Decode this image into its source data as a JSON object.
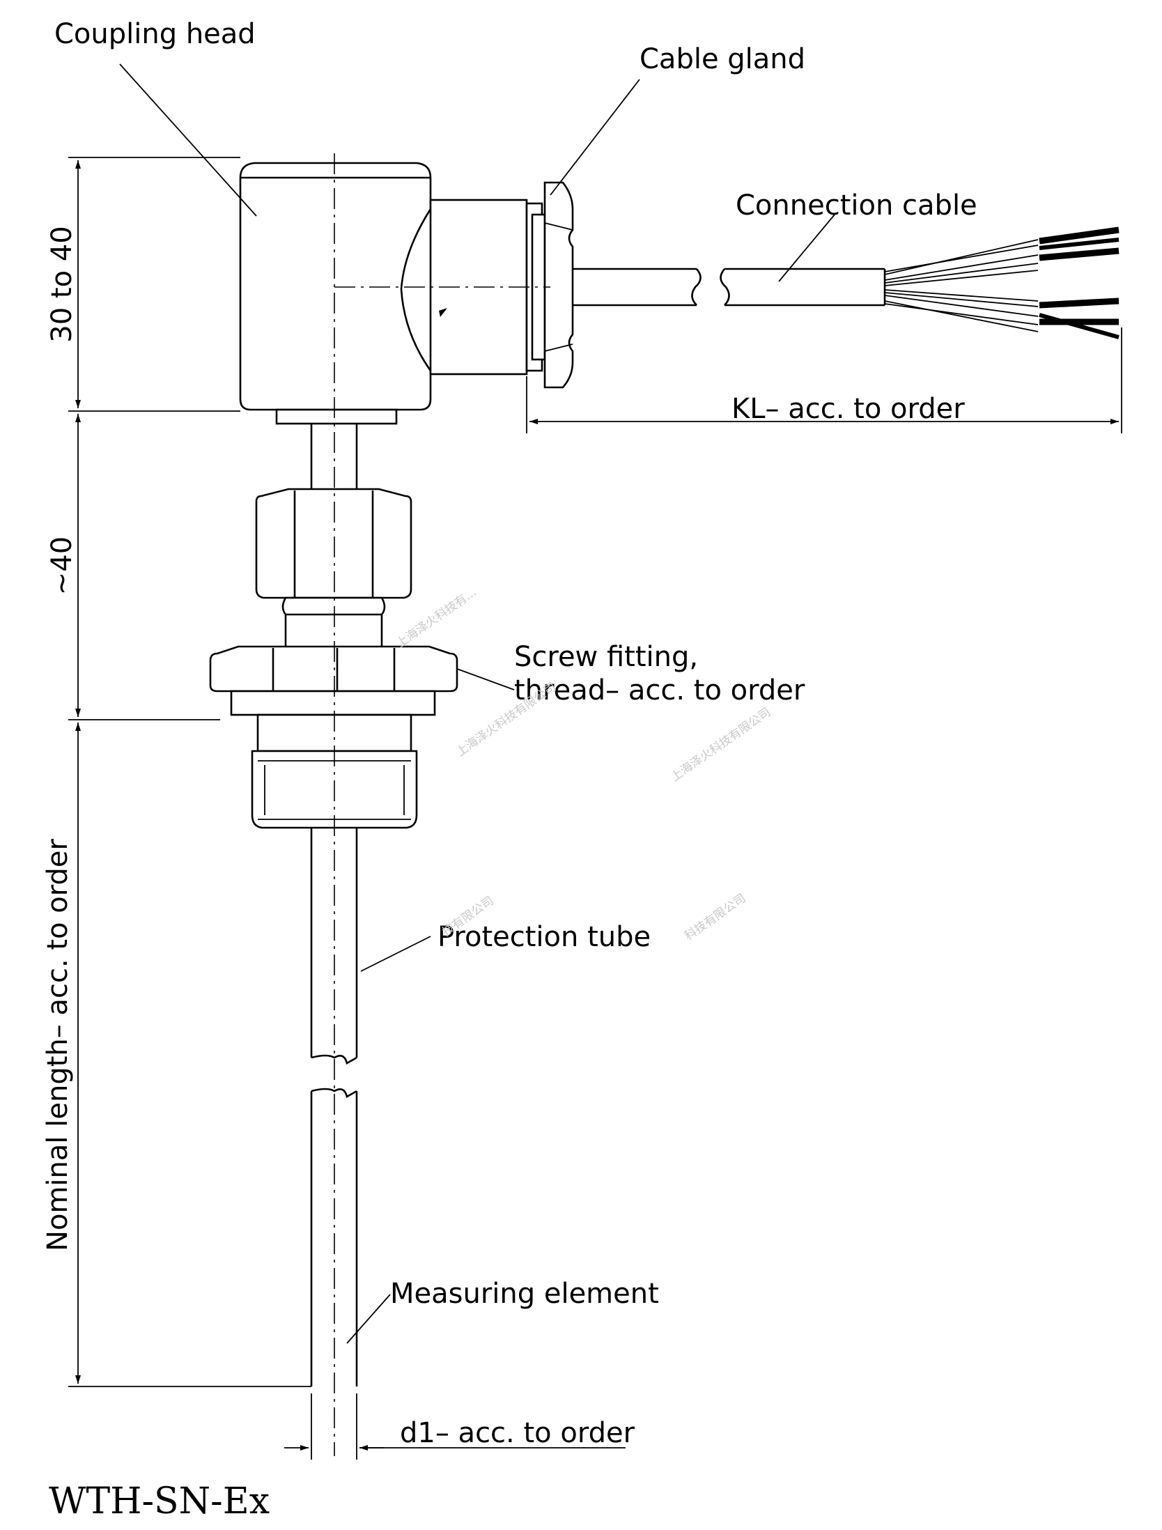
{
  "labels": {
    "coupling_head": "Coupling head",
    "cable_gland": "Cable gland",
    "connection_cable": "Connection cable",
    "kl": "KL– acc. to order",
    "head_height": "30 to 40",
    "fitting_height": "~40",
    "screw_fitting_line1": "Screw fitting,",
    "screw_fitting_line2": "thread– acc. to order",
    "protection_tube": "Protection tube",
    "nominal_length": "Nominal length– acc. to order",
    "measuring_element": "Measuring element",
    "d1": "d1– acc. to order"
  },
  "model": "WTH-SN-Ex",
  "watermarks": [
    "上海泽火科技有...",
    "上海泽火科技有限公司",
    "上海泽火科技有限公司",
    "技有限公司",
    "科技有限公司"
  ]
}
